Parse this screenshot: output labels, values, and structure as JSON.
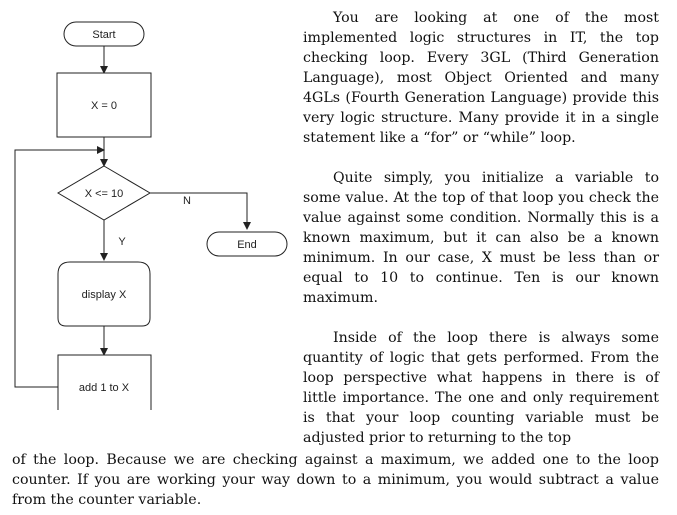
{
  "flowchart": {
    "start_label": "Start",
    "init_label": "X = 0",
    "condition_label": "X <= 10",
    "no_label": "N",
    "yes_label": "Y",
    "end_label": "End",
    "display_label": "display X",
    "increment_label": "add 1 to X"
  },
  "article": {
    "paragraph_1": "You are looking at one of the most implemented logic structures in IT, the top checking loop. Every 3GL (Third Generation Language), most Object Oriented and many 4GLs (Fourth Generation Language) provide this very logic structure. Many provide it in a single statement like a “for” or “while” loop.",
    "paragraph_2": "Quite simply, you initialize a variable to some value. At the top of that loop you check the value against some condition. Normally this is a known maximum, but it can also be a known minimum. In our case, X must be less than or equal to 10 to continue. Ten is our known maximum.",
    "paragraph_3": "Inside of the loop there is always some quantity of logic that gets performed. From the loop perspective what happens in there is of little importance. The one and only requirement is that your loop counting variable must be adjusted prior to returning to the top",
    "paragraph_3_tail": "of the loop. Because we are checking against a maximum, we added one to the loop counter. If you are working your way down to a minimum, you would subtract a value from the counter variable."
  }
}
